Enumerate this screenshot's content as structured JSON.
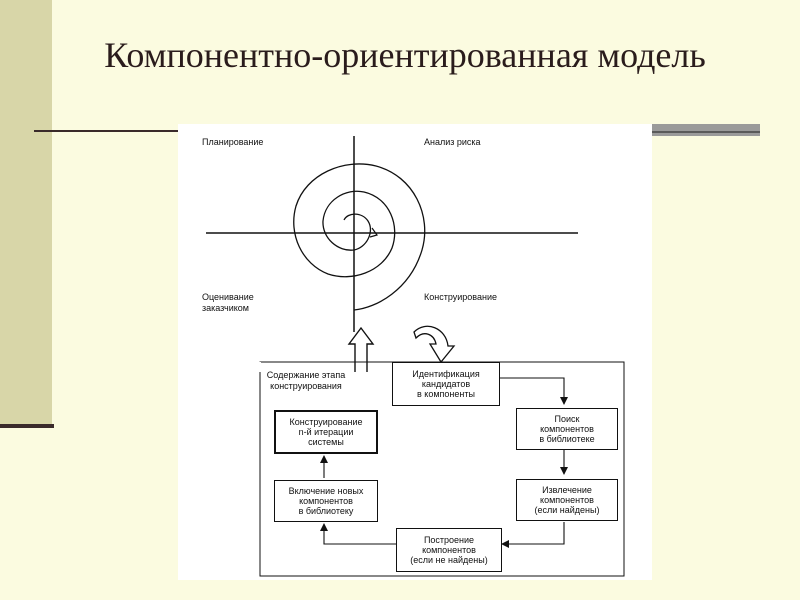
{
  "slide": {
    "title": "Компонентно-ориентированная модель"
  },
  "spiral": {
    "quadrants": {
      "top_left": "Планирование",
      "top_right": "Анализ риска",
      "bottom_left": "Оценивание\nзаказчиком",
      "bottom_right": "Конструирование"
    }
  },
  "process": {
    "frame_label": "Содержание этапа\nконструирования",
    "boxes": {
      "identify": "Идентификация\nкандидатов\nв компоненты",
      "search": "Поиск\nкомпонентов\nв библиотеке",
      "extract": "Извлечение\nкомпонентов\n(если найдены)",
      "build": "Построение\nкомпонентов\n(если не найдены)",
      "include": "Включение новых\nкомпонентов\nв библиотеку",
      "construct": "Конструирование\nn-й итерации\nсистемы"
    }
  },
  "colors": {
    "background": "#fbfbe0",
    "side_bar": "#d8d6a8",
    "title_text": "#2a1c1c",
    "diagram_background": "#ffffff",
    "line": "#111111"
  }
}
